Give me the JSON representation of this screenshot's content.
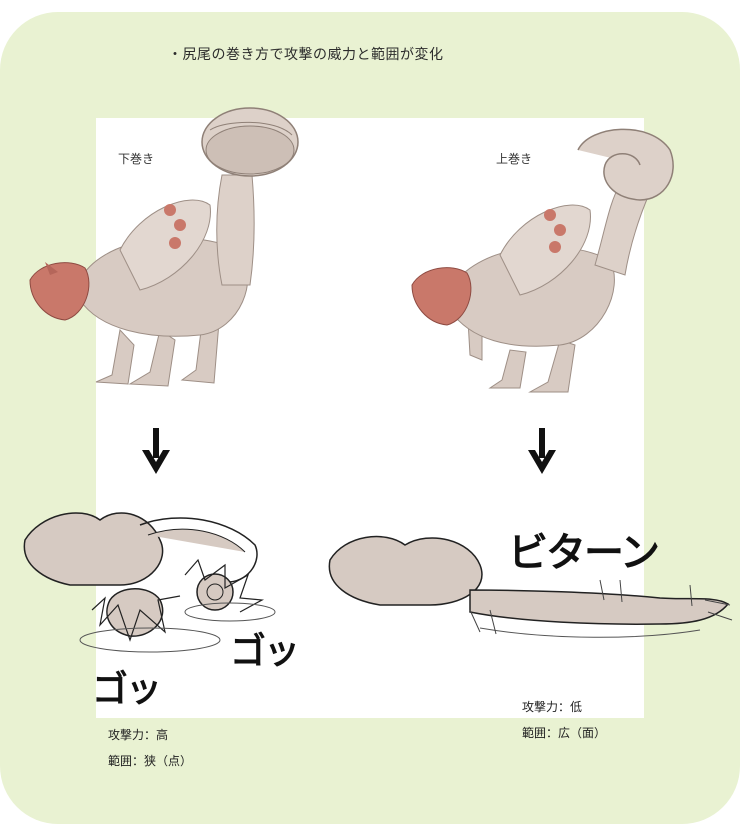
{
  "title": "・尻尾の巻き方で攻撃の威力と範囲が変化",
  "left": {
    "label": "下巻き",
    "effect": "ゴッ",
    "stat_power": "攻撃力：高",
    "stat_range": "範囲：狭（点）"
  },
  "right": {
    "label": "上巻き",
    "effect": "ビターン",
    "stat_power": "攻撃力：低",
    "stat_range": "範囲：広（面）"
  },
  "colors": {
    "frame": "#e9f2d2",
    "body": "#d8cbc3",
    "accent": "#c9786a",
    "ink": "#1a1a1a"
  }
}
